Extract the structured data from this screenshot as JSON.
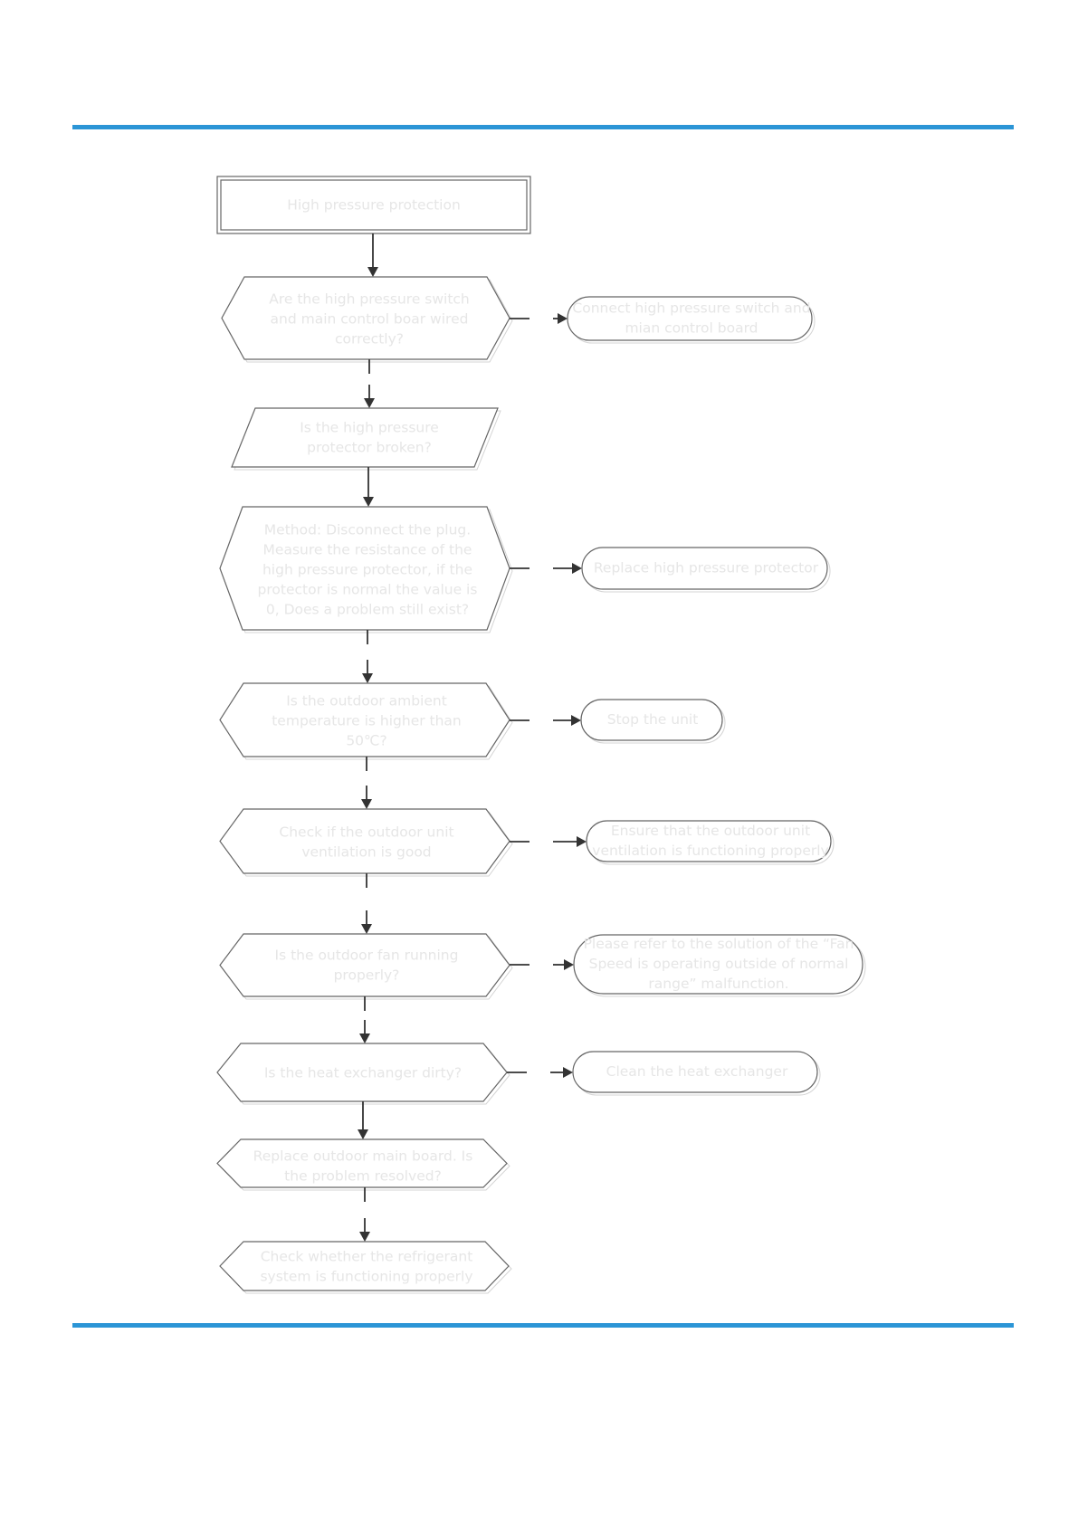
{
  "colors": {
    "rule": "#2b95d6",
    "line": "#333333",
    "box_stroke": "#666666",
    "label_text": "#e6e6e6"
  },
  "flowchart": {
    "start": {
      "label": "High pressure protection"
    },
    "steps": [
      {
        "id": "q1",
        "lines": [
          "Are the high pressure switch",
          "and main control boar wired",
          "correctly?"
        ],
        "action": [
          "Connect high pressure switch and",
          "mian control board"
        ]
      },
      {
        "id": "q2",
        "lines": [
          "Is  the high pressure",
          "protector broken?"
        ],
        "action": null
      },
      {
        "id": "q3",
        "lines": [
          "Method: Disconnect the plug.",
          "Measure the resistance of the",
          "high pressure protector, if the",
          "protector is normal the value is",
          "0, Does a problem still exist?"
        ],
        "action": [
          "Replace high pressure protector"
        ]
      },
      {
        "id": "q4",
        "lines": [
          "Is the outdoor ambient",
          "temperature is higher than",
          "50℃?"
        ],
        "action": [
          "Stop the unit"
        ]
      },
      {
        "id": "q5",
        "lines": [
          "Check if the outdoor unit",
          "ventilation is good"
        ],
        "action": [
          "Ensure that  the outdoor unit",
          "ventilation is functioning properly"
        ]
      },
      {
        "id": "q6",
        "lines": [
          "Is the outdoor fan running",
          "properly?"
        ],
        "action": [
          "Please refer to the solution of the “Fan",
          "Speed is operating outside of normal",
          "range” malfunction."
        ]
      },
      {
        "id": "q7",
        "lines": [
          "Is the heat exchanger dirty?"
        ],
        "action": [
          "Clean the heat exchanger"
        ]
      },
      {
        "id": "q8",
        "lines": [
          "Replace outdoor main board. Is",
          "the problem resolved?"
        ],
        "action": null
      },
      {
        "id": "q9",
        "lines": [
          "Check whether the refrigerant",
          "system is functioning properly"
        ],
        "action": null
      }
    ]
  }
}
